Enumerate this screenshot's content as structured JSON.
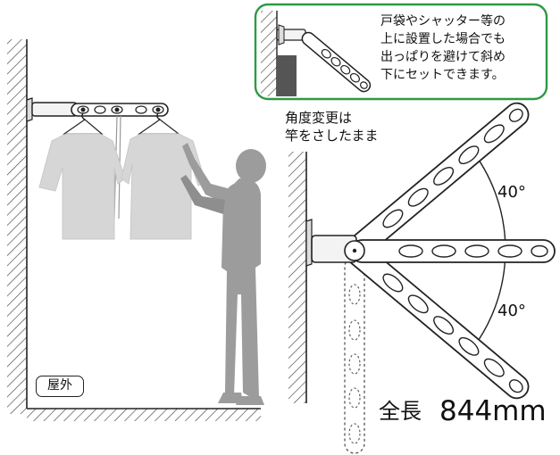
{
  "inset_note": "戸袋やシャッター等の\n上に設置した場合でも\n出っぱりを避けて斜め\n下にセットできます。",
  "caption": "角度変更は\n竿をさしたまま",
  "angle_upper": "40°",
  "angle_lower": "40°",
  "length_label": "全長",
  "length_value": "844mm",
  "outdoor_label": "屋外",
  "colors": {
    "inset_border": "#2f9a44",
    "arm_outline": "#222222",
    "shirt_fill": "#d6d6d6",
    "person_fill": "#9c9c9c",
    "hatch": "#444444"
  }
}
